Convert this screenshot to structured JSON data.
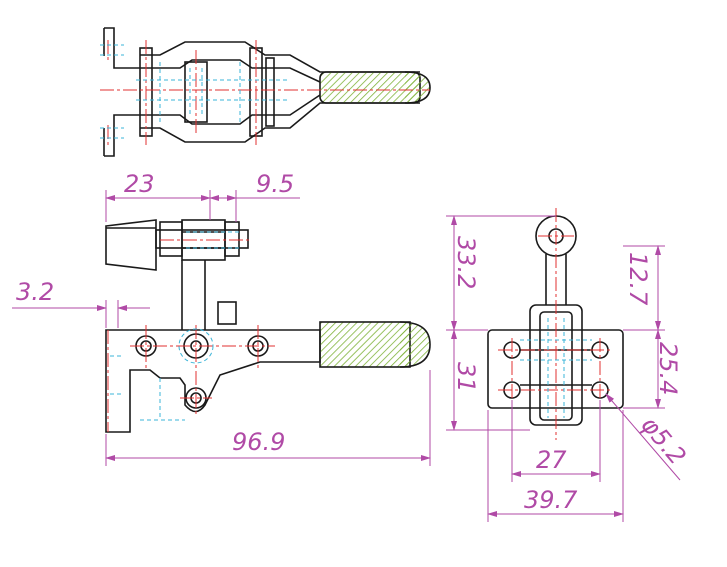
{
  "colors": {
    "outline": "#1a1a1a",
    "centerline": "#e03030",
    "hidden": "#3bb4d8",
    "dimension": "#b04aa6",
    "grip_hatch": "#7fb33a"
  },
  "dimensions": {
    "d_23": "23",
    "d_9_5": "9.5",
    "d_3_2": "3.2",
    "d_96_9": "96.9",
    "d_33_2": "33.2",
    "d_31": "31",
    "d_12_7": "12.7",
    "d_25_4": "25.4",
    "d_27": "27",
    "d_39_7": "39.7",
    "d_hole": "φ5.2"
  }
}
